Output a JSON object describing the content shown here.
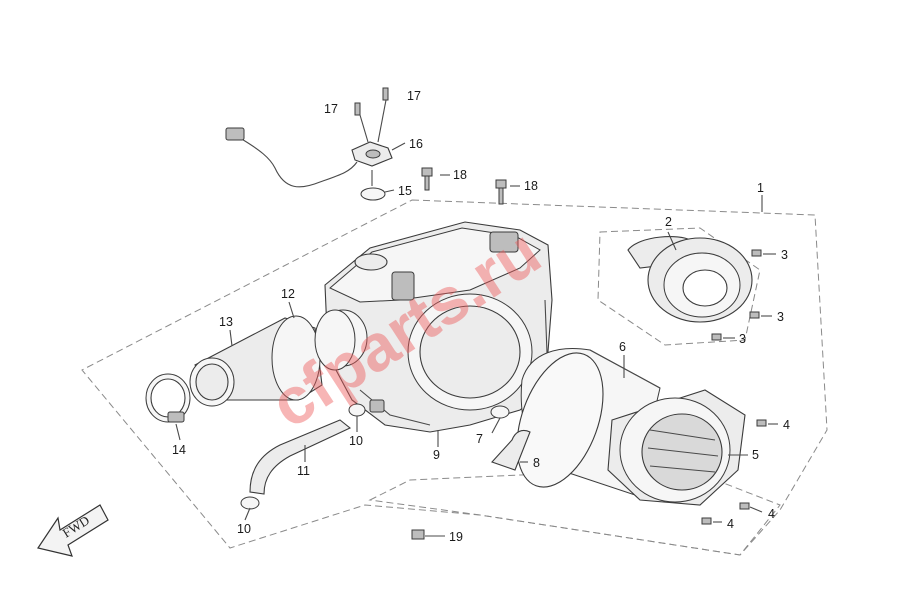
{
  "watermark": "cfparts.ru",
  "direction_label": "FWD",
  "callouts": [
    {
      "id": "c1",
      "label": "1"
    },
    {
      "id": "c2",
      "label": "2"
    },
    {
      "id": "c3a",
      "label": "3"
    },
    {
      "id": "c3b",
      "label": "3"
    },
    {
      "id": "c3c",
      "label": "3"
    },
    {
      "id": "c4a",
      "label": "4"
    },
    {
      "id": "c4b",
      "label": "4"
    },
    {
      "id": "c4c",
      "label": "4"
    },
    {
      "id": "c5",
      "label": "5"
    },
    {
      "id": "c6",
      "label": "6"
    },
    {
      "id": "c7",
      "label": "7"
    },
    {
      "id": "c8",
      "label": "8"
    },
    {
      "id": "c9",
      "label": "9"
    },
    {
      "id": "c10a",
      "label": "10"
    },
    {
      "id": "c10b",
      "label": "10"
    },
    {
      "id": "c11",
      "label": "11"
    },
    {
      "id": "c12",
      "label": "12"
    },
    {
      "id": "c13",
      "label": "13"
    },
    {
      "id": "c14",
      "label": "14"
    },
    {
      "id": "c15",
      "label": "15"
    },
    {
      "id": "c16",
      "label": "16"
    },
    {
      "id": "c17a",
      "label": "17"
    },
    {
      "id": "c17b",
      "label": "17"
    },
    {
      "id": "c18a",
      "label": "18"
    },
    {
      "id": "c18b",
      "label": "18"
    },
    {
      "id": "c19",
      "label": "19"
    }
  ]
}
